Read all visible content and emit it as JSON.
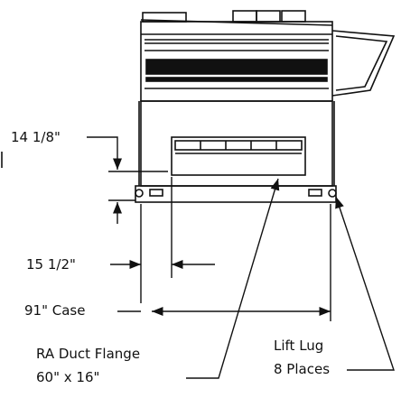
{
  "drawing": {
    "dimensions": [
      {
        "id": "flange_height",
        "text": "14 1/8\""
      },
      {
        "id": "flange_offset",
        "text": "15 1/2\""
      },
      {
        "id": "case_width",
        "text": "91\" Case"
      }
    ],
    "callouts": {
      "ra_duct_line1": "RA Duct Flange",
      "ra_duct_line2": "60\" x 16\"",
      "lift_lug_line1": "Lift Lug",
      "lift_lug_line2": "8 Places"
    }
  }
}
